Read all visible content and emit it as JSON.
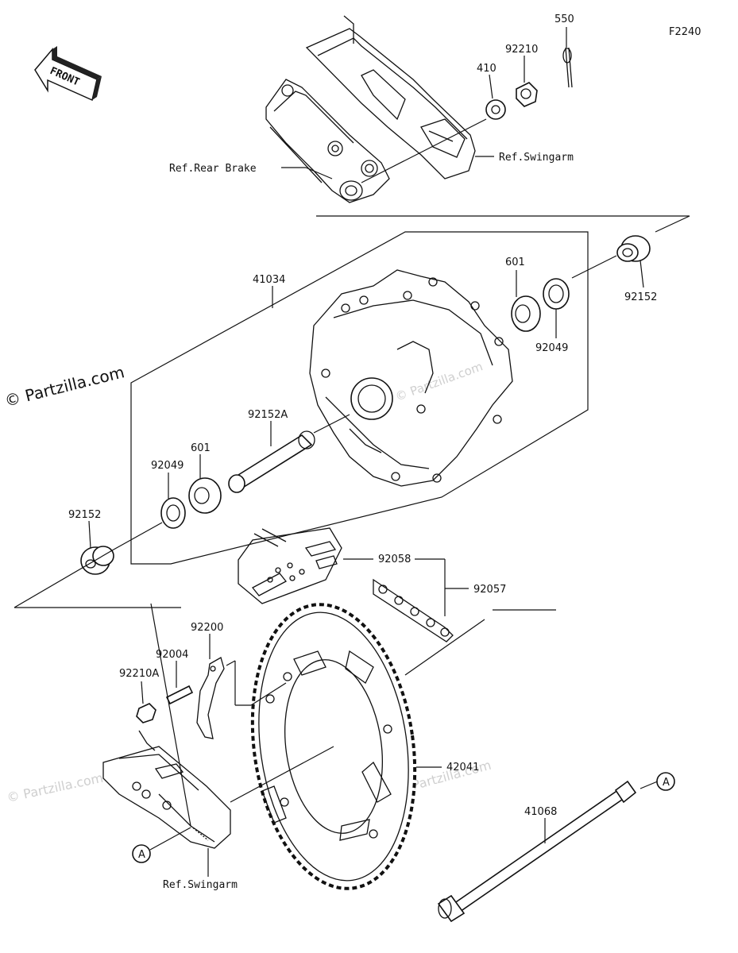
{
  "figure_code": "F2240",
  "front_label": "FRONT",
  "copyright": "© Partzilla.com",
  "watermark": "© Partzilla.com",
  "parts": {
    "p550": "550",
    "p92210": "92210",
    "p410": "410",
    "p41034": "41034",
    "p601_right": "601",
    "p92049_right": "92049",
    "p92152_right": "92152",
    "p92152A": "92152A",
    "p601_left": "601",
    "p92049_left": "92049",
    "p92152_left": "92152",
    "p92058": "92058",
    "p92057": "92057",
    "p92200": "92200",
    "p92004": "92004",
    "p92210A": "92210A",
    "p42041": "42041",
    "p41068": "41068"
  },
  "refs": {
    "rear_brake": "Ref.Rear Brake",
    "swingarm_top": "Ref.Swingarm",
    "swingarm_bottom": "Ref.Swingarm"
  },
  "callouts": {
    "a_right": "A",
    "a_left": "A"
  }
}
